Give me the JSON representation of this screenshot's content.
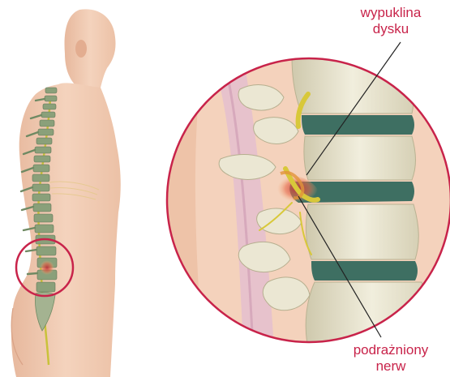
{
  "labels": {
    "disc_bulge": {
      "line1": "wypuklina",
      "line2": "dysku"
    },
    "irritated_nerve": {
      "line1": "podrażniony",
      "line2": "nerw"
    }
  },
  "colors": {
    "accent": "#c8234a",
    "skin": "#f2cdb4",
    "bone": "#e6e1cc",
    "disc": "#3e6f62",
    "nerve": "#d8c83a",
    "inflammation": "#b8323a",
    "callout_line": "#222222"
  }
}
